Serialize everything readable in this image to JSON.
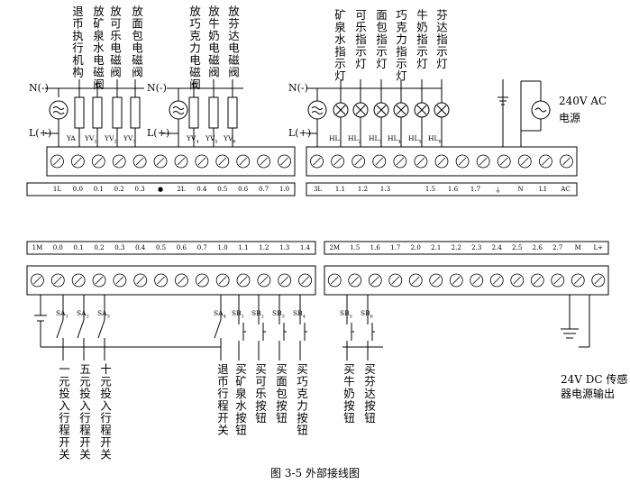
{
  "top_outputs_left": {
    "labels": [
      "退币执行机构",
      "放矿泉水电磁阀",
      "放可乐电磁阀",
      "放面包电磁阀",
      "放巧克力电磁阀",
      "放牛奶电磁阀",
      "放芬达电磁阀"
    ],
    "n_label": "N(-)",
    "n_label2": "N(-)",
    "l_label": "L(+)",
    "l_label2": "L(+)",
    "coil_labels": [
      "YA",
      "YV",
      "YV",
      "YV",
      "YV",
      "YV",
      "YV"
    ],
    "coil_subs": [
      "",
      "1",
      "2",
      "3",
      "4",
      "5",
      "6"
    ]
  },
  "top_outputs_right": {
    "labels": [
      "矿泉水指示灯",
      "可乐指示灯",
      "面包指示灯",
      "巧克力指示灯",
      "牛奶指示灯",
      "芬达指示灯"
    ],
    "n_label": "N(-)",
    "l_label": "L(+)",
    "lamp_labels": [
      "HL",
      "HL",
      "HL",
      "HL",
      "HL",
      "HL"
    ],
    "lamp_subs": [
      "1",
      "2",
      "3",
      "4",
      "5",
      "6"
    ],
    "power_label": "240V AC",
    "power_label2": "电源"
  },
  "terminal_rows": {
    "top_left": [
      "1L",
      "0.0",
      "0.1",
      "0.2",
      "0.3",
      "●",
      "2L",
      "0.4",
      "0.5",
      "0.6",
      "0.7",
      "1.0"
    ],
    "top_right": [
      "3L",
      "1.1",
      "1.2",
      "1.3",
      "",
      "1.5",
      "1.6",
      "1.7",
      "⏚",
      "N",
      "L1",
      "AC"
    ],
    "bottom_left": [
      "1M",
      "0.0",
      "0.1",
      "0.2",
      "0.3",
      "0.4",
      "0.5",
      "0.6",
      "0.7",
      "1.0",
      "1.1",
      "1.2",
      "1.3",
      "1.4"
    ],
    "bottom_right": [
      "2M",
      "1.5",
      "1.6",
      "1.7",
      "2.0",
      "2.1",
      "2.2",
      "2.3",
      "2.4",
      "2.5",
      "2.6",
      "2.7",
      "M",
      "L+"
    ]
  },
  "bottom_inputs": {
    "switch_labels": [
      "SA",
      "SA",
      "SA",
      "SA",
      "SB",
      "SB",
      "SB",
      "SB",
      "SB",
      "SB"
    ],
    "switch_subs": [
      "1",
      "2",
      "3",
      "4",
      "1",
      "2",
      "3",
      "4",
      "5",
      "6"
    ],
    "input_labels": [
      "一元投入行程开关",
      "五元投入行程开关",
      "十元投入行程开关",
      "退币行程开关",
      "买矿泉水按钮",
      "买可乐按钮",
      "买面包按钮",
      "买巧克力按钮",
      "买牛奶按钮",
      "买芬达按钮"
    ],
    "sensor_label": "24V DC 传感器电源输出"
  },
  "caption": "图 3-5  外部接线图"
}
